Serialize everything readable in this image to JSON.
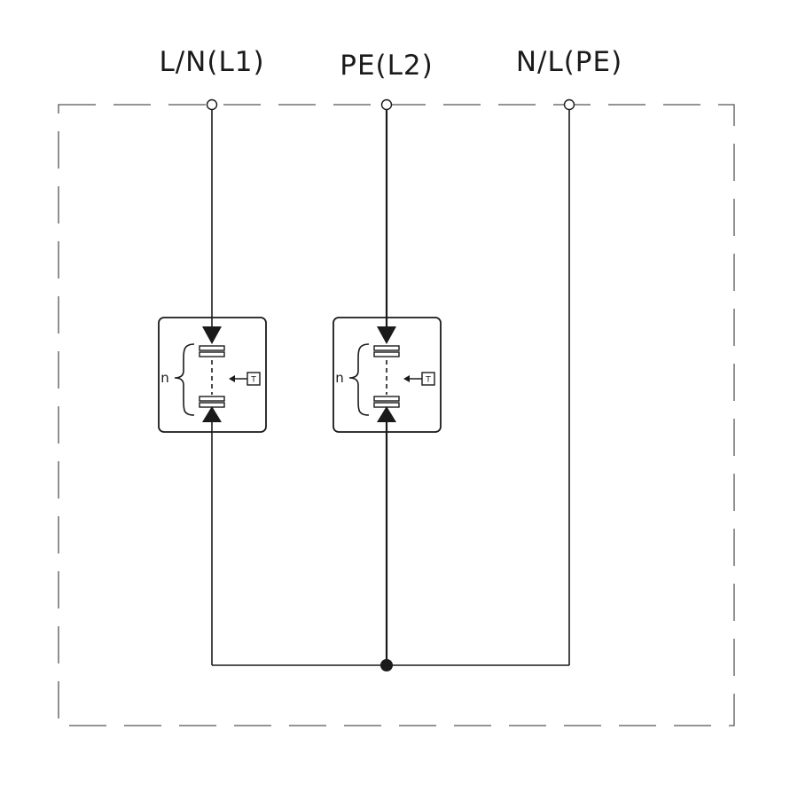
{
  "terminals": [
    {
      "id": "t1",
      "label": "L/N(L1)"
    },
    {
      "id": "t2",
      "label": "PE(L2)"
    },
    {
      "id": "t3",
      "label": "N/L(PE)"
    }
  ],
  "modules": [
    {
      "id": "m1",
      "count_label": "n",
      "thermal_label": "T"
    },
    {
      "id": "m2",
      "count_label": "n",
      "thermal_label": "T"
    }
  ],
  "colors": {
    "line": "#1a1a1a",
    "enclosure": "#555555",
    "background": "#ffffff"
  }
}
